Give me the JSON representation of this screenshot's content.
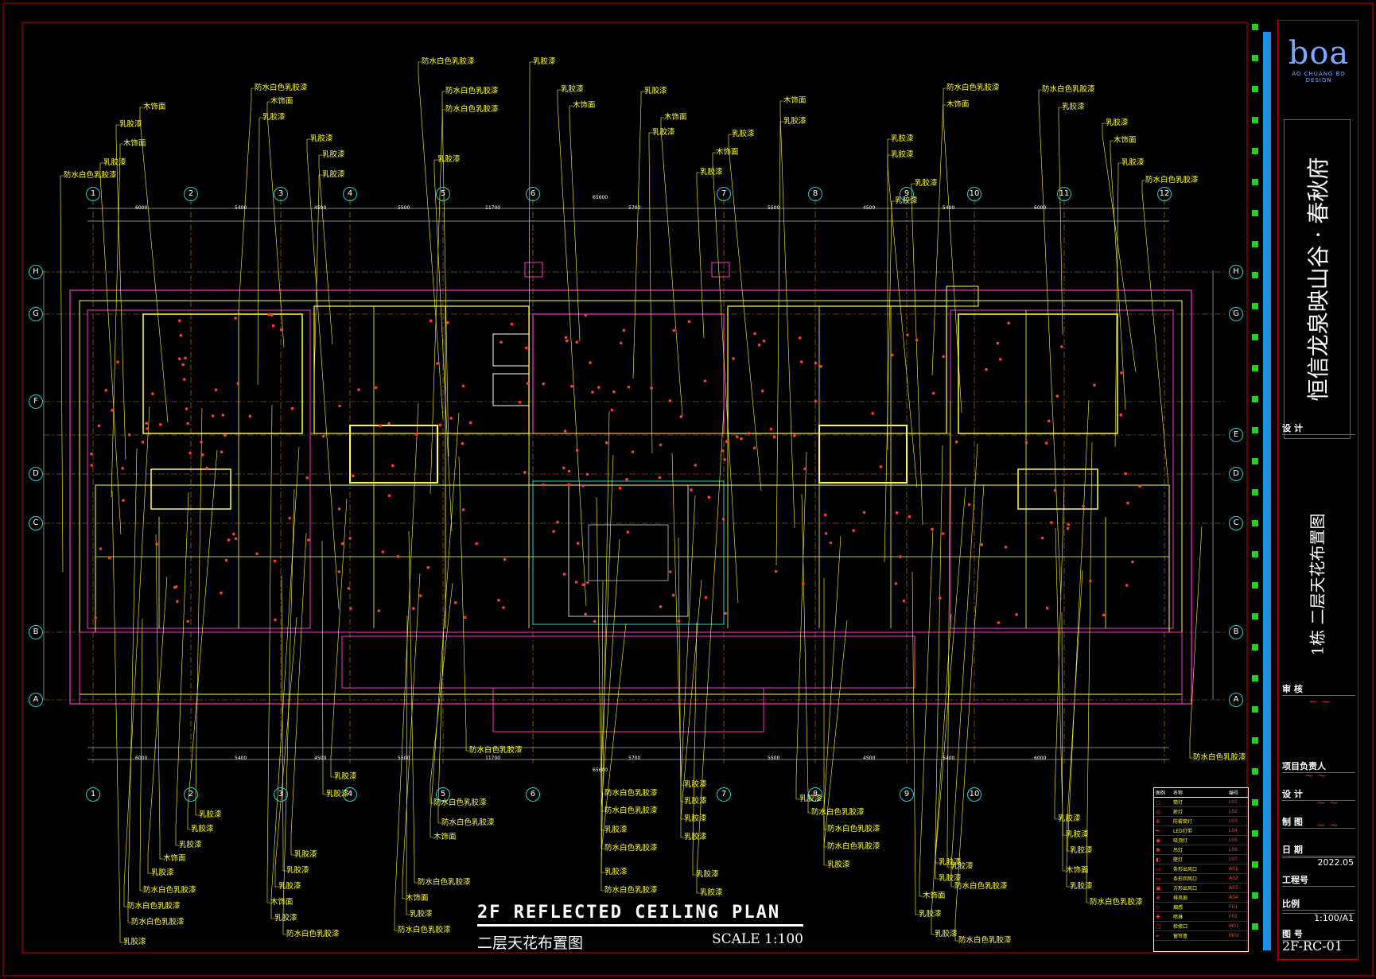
{
  "project_name": "恒信龙泉映山谷 · 春秋府",
  "sheet_title_cn": "1栋 二层天花布置图",
  "drawing_title_en": "2F REFLECTED CEILING PLAN",
  "drawing_title_cn": "二层天花布置图",
  "scale": "SCALE 1:100",
  "date": "2022.05",
  "scale_value": "1:100/A1",
  "drawing_no": "2F-RC-01",
  "logo": {
    "mark": "boa",
    "sub": "AO CHUANG BO DESIGN"
  },
  "titleblock_fields": {
    "design": "设 计",
    "check": "审 核",
    "lead": "项目负责人",
    "drafter": "制 图",
    "date_label": "日 期",
    "project_no": "工程号",
    "scale_label": "比例",
    "drawno_label": "图 号"
  },
  "axes_top": [
    "1",
    "2",
    "3",
    "4",
    "5",
    "6",
    "7",
    "8",
    "9",
    "10",
    "11",
    "12"
  ],
  "axes_side": [
    "H",
    "G",
    "F",
    "E",
    "D",
    "C",
    "B",
    "A"
  ],
  "ceiling_labels": {
    "paint": "乳胶漆",
    "waterproof_paint": "防水白色乳胶漆",
    "wood": "木饰面"
  },
  "dims_top": [
    "6000",
    "5400",
    "4500",
    "5500",
    "11700",
    "5700",
    "5500",
    "4500",
    "5400",
    "6000"
  ],
  "total_dim": "65600",
  "legend": {
    "headers": [
      "图例",
      "名称",
      "编号"
    ],
    "items": [
      {
        "name": "筒灯",
        "code": "L01"
      },
      {
        "name": "射灯",
        "code": "L02"
      },
      {
        "name": "防雾筒灯",
        "code": "L03"
      },
      {
        "name": "LED灯带",
        "code": "L04"
      },
      {
        "name": "吸顶灯",
        "code": "L05"
      },
      {
        "name": "吊灯",
        "code": "L06"
      },
      {
        "name": "壁灯",
        "code": "L07"
      },
      {
        "name": "条形出风口",
        "code": "A01"
      },
      {
        "name": "条形回风口",
        "code": "A02"
      },
      {
        "name": "方形出风口",
        "code": "A03"
      },
      {
        "name": "排风扇",
        "code": "A04"
      },
      {
        "name": "烟感",
        "code": "F01"
      },
      {
        "name": "喷淋",
        "code": "F02"
      },
      {
        "name": "检修口",
        "code": "M01"
      },
      {
        "name": "窗帘盒",
        "code": "M02"
      }
    ]
  }
}
